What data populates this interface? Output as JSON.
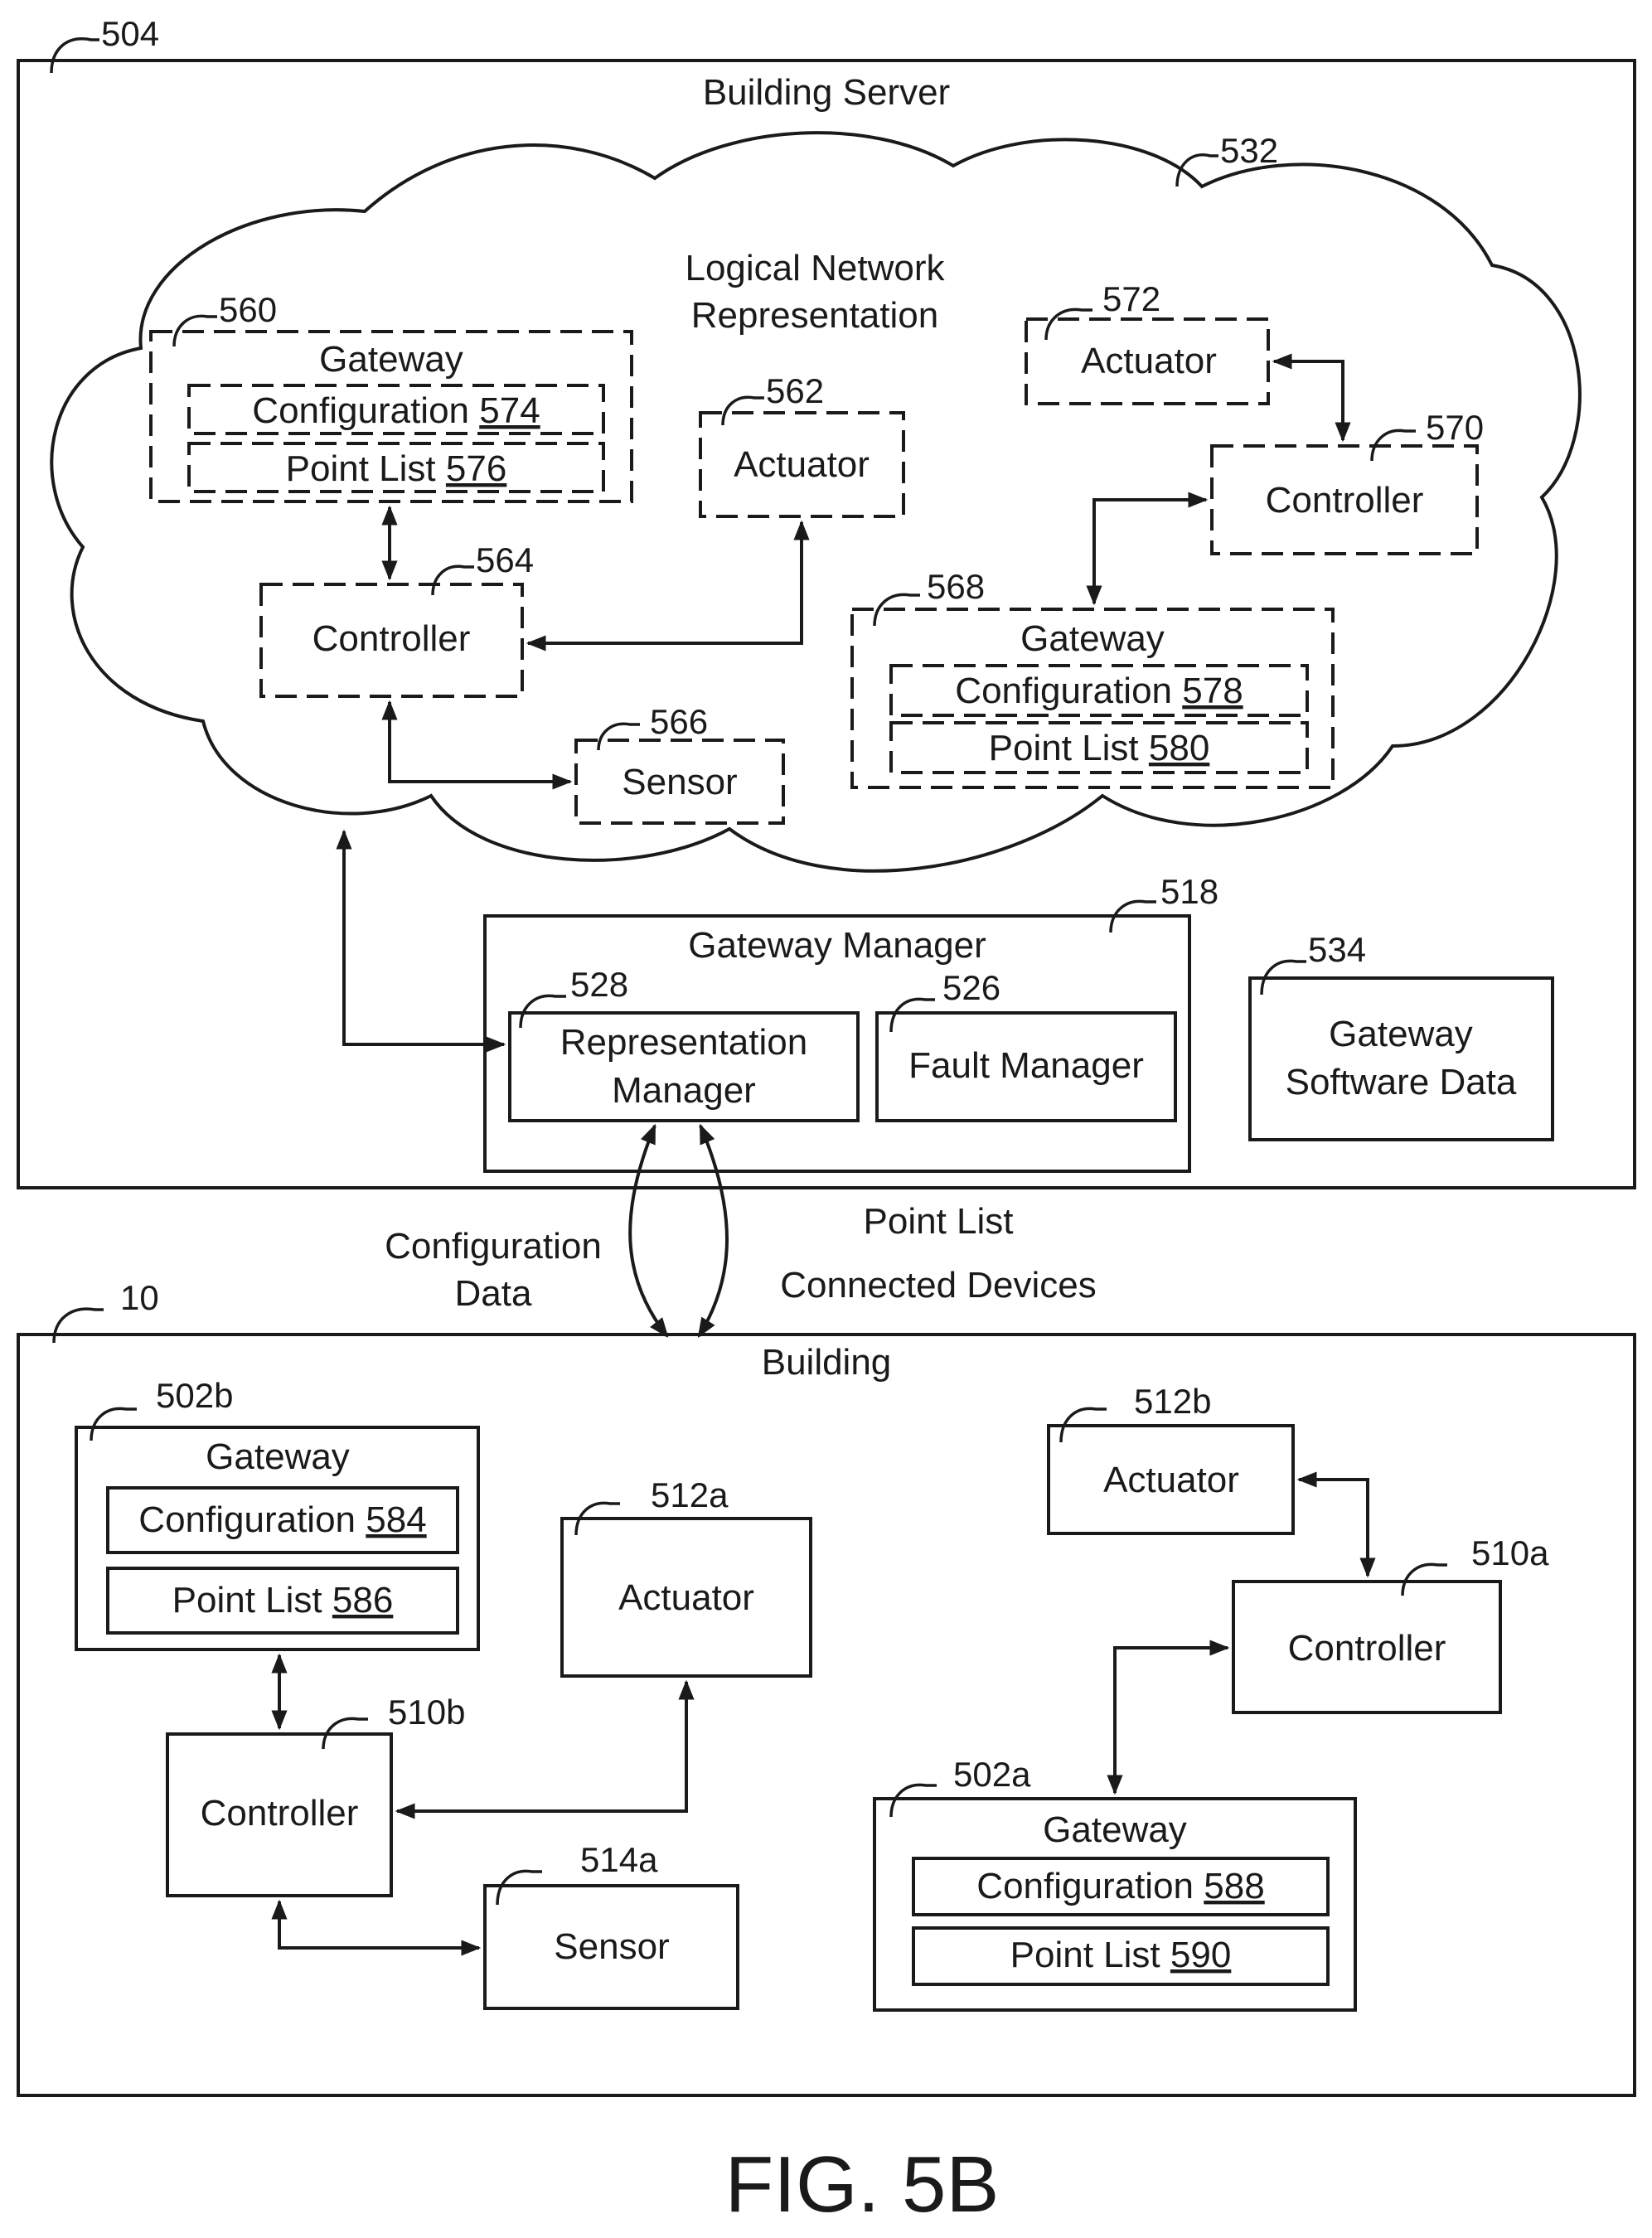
{
  "server": {
    "ref": "504",
    "title": "Building Server",
    "cloud": {
      "ref": "532",
      "title_line1": "Logical Network",
      "title_line2": "Representation",
      "gateway_560": {
        "ref": "560",
        "title": "Gateway",
        "config_label": "Configuration",
        "config_ref": "574",
        "points_label": "Point List",
        "points_ref": "576"
      },
      "actuator_562": {
        "ref": "562",
        "label": "Actuator"
      },
      "controller_564": {
        "ref": "564",
        "label": "Controller"
      },
      "sensor_566": {
        "ref": "566",
        "label": "Sensor"
      },
      "gateway_568": {
        "ref": "568",
        "title": "Gateway",
        "config_label": "Configuration",
        "config_ref": "578",
        "points_label": "Point List",
        "points_ref": "580"
      },
      "controller_570": {
        "ref": "570",
        "label": "Controller"
      },
      "actuator_572": {
        "ref": "572",
        "label": "Actuator"
      }
    },
    "gateway_manager": {
      "ref": "518",
      "title": "Gateway Manager",
      "rep_manager": {
        "ref": "528",
        "line1": "Representation",
        "line2": "Manager"
      },
      "fault_manager": {
        "ref": "526",
        "label": "Fault Manager"
      }
    },
    "software_data": {
      "ref": "534",
      "line1": "Gateway",
      "line2": "Software Data"
    }
  },
  "links": {
    "config_line1": "Configuration",
    "config_line2": "Data",
    "point_list": "Point List",
    "connected_devices": "Connected Devices"
  },
  "building": {
    "ref": "10",
    "title": "Building",
    "gateway_502b": {
      "ref": "502b",
      "title": "Gateway",
      "config_label": "Configuration",
      "config_ref": "584",
      "points_label": "Point List",
      "points_ref": "586"
    },
    "actuator_512a": {
      "ref": "512a",
      "label": "Actuator"
    },
    "controller_510b": {
      "ref": "510b",
      "label": "Controller"
    },
    "sensor_514a": {
      "ref": "514a",
      "label": "Sensor"
    },
    "actuator_512b": {
      "ref": "512b",
      "label": "Actuator"
    },
    "controller_510a": {
      "ref": "510a",
      "label": "Controller"
    },
    "gateway_502a": {
      "ref": "502a",
      "title": "Gateway",
      "config_label": "Configuration",
      "config_ref": "588",
      "points_label": "Point List",
      "points_ref": "590"
    }
  },
  "figure": {
    "caption": "FIG. 5B"
  }
}
